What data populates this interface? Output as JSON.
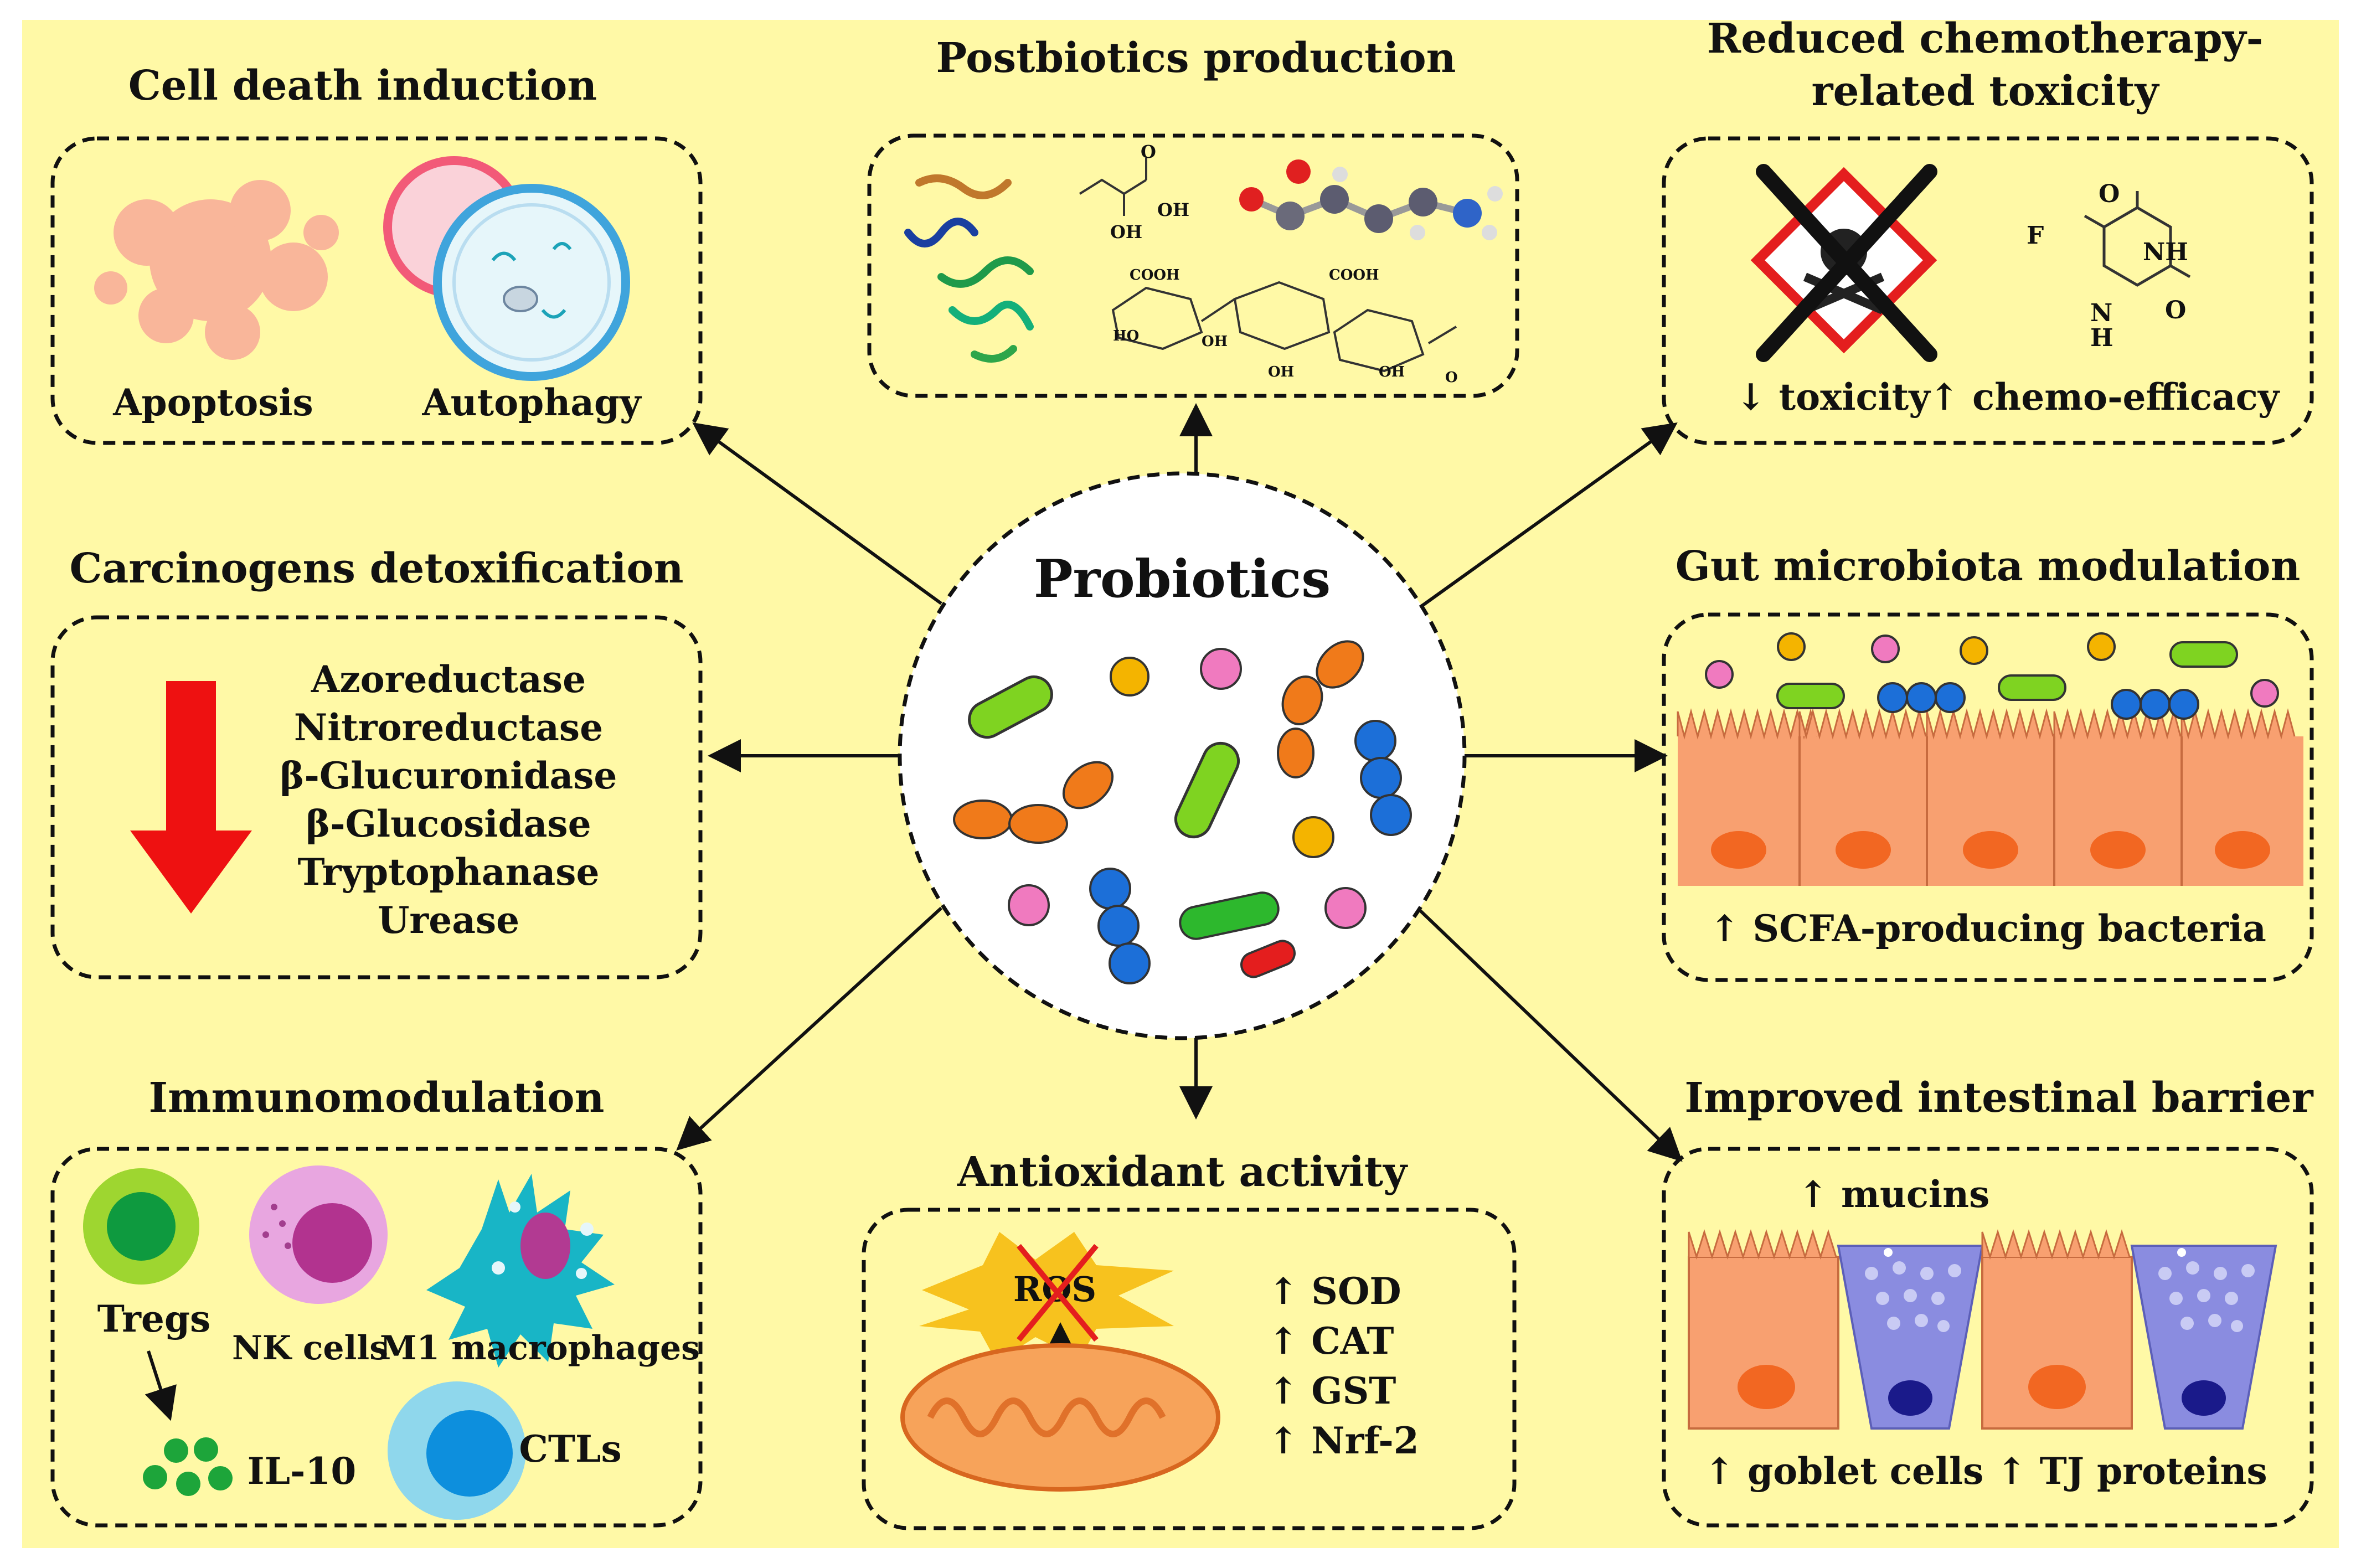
{
  "colors": {
    "background": "#FFF9A6",
    "arrow_red": "#EE1111",
    "cell_orange": "#F8A070",
    "nucleus": "#F26722",
    "goblet_purple": "#8A8CE0",
    "bacteria_green": "#7FD321",
    "bacteria_orange": "#F07A1A",
    "coccus_blue": "#1C6FD8",
    "coccus_pink": "#F07ABF",
    "coccus_yellow": "#F4B400"
  },
  "center": {
    "title": "Probiotics"
  },
  "sections": {
    "cell_death": {
      "title": "Cell death induction",
      "labels": [
        "Apoptosis",
        "Autophagy"
      ]
    },
    "postbiotics": {
      "title": "Postbiotics production",
      "chem_labels": [
        "OH",
        "OH",
        "O",
        "COOH",
        "COOH",
        "HO",
        "OH",
        "OH",
        "OH",
        "O"
      ]
    },
    "chemo": {
      "title_line1": "Reduced chemotherapy-",
      "title_line2": "related toxicity",
      "labels": [
        "↓ toxicity",
        "↑ chemo-efficacy"
      ],
      "chem_labels": [
        "F",
        "O",
        "NH",
        "N",
        "H",
        "O"
      ]
    },
    "detox": {
      "title": "Carcinogens detoxification",
      "enzymes": [
        "Azoreductase",
        "Nitroreductase",
        "β-Glucuronidase",
        "β-Glucosidase",
        "Tryptophanase",
        "Urease"
      ]
    },
    "gut": {
      "title": "Gut microbiota modulation",
      "label": "↑ SCFA-producing bacteria"
    },
    "immuno": {
      "title": "Immunomodulation",
      "labels": [
        "Tregs",
        "NK cells",
        "M1 macrophages",
        "IL-10",
        "CTLs"
      ]
    },
    "antioxidant": {
      "title": "Antioxidant activity",
      "ros": "ROS",
      "markers": [
        "↑ SOD",
        "↑ CAT",
        "↑ GST",
        "↑ Nrf-2"
      ]
    },
    "barrier": {
      "title": "Improved intestinal barrier",
      "labels": [
        "↑ mucins",
        "↑ goblet cells",
        "↑ TJ proteins"
      ]
    }
  }
}
